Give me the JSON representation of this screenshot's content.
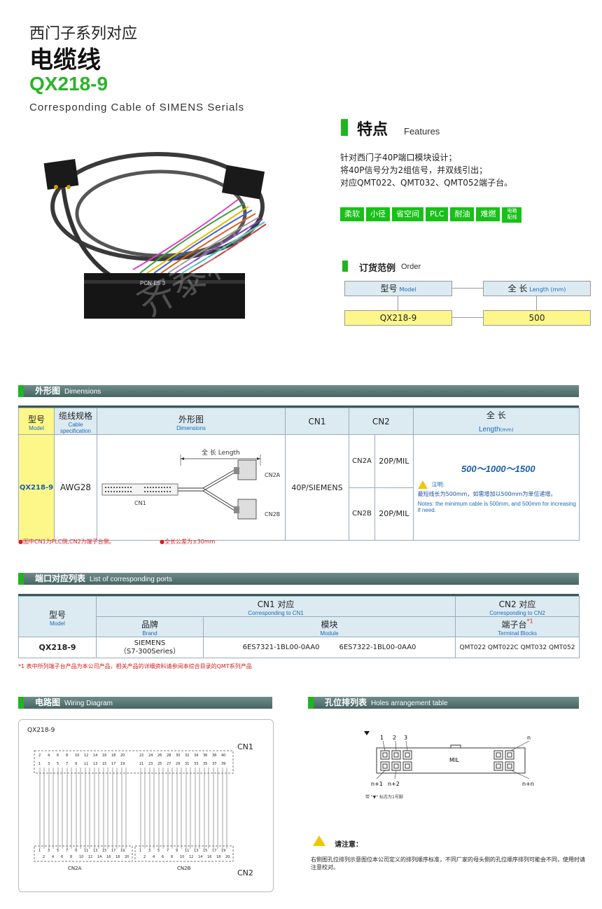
{
  "header": {
    "subtitle": "西门子系列对应",
    "title": "电缆线",
    "model": "QX218-9",
    "english": "Corresponding Cable of SIMENS Serials"
  },
  "features": {
    "title": "特点",
    "title_en": "Features",
    "lines": [
      "针对西门子40P端口模块设计；",
      "将40P信号分为2组信号，并双线引出；",
      "对应QMT022、QMT032、QMT052端子台。"
    ],
    "tags": [
      "柔软",
      "小径",
      "省空间",
      "PLC",
      "耐油",
      "难燃",
      "电箱配线"
    ]
  },
  "order": {
    "title": "订货范例",
    "title_en": "Order",
    "model_label": "型号",
    "model_label_en": "Model",
    "length_label": "全 长",
    "length_label_en": "Length (mm)",
    "model_value": "QX218-9",
    "length_value": "500"
  },
  "dimensions": {
    "section_title": "外形图",
    "section_en": "Dimensions",
    "headers": {
      "model": "型号",
      "model_en": "Model",
      "cable": "缆线规格",
      "cable_en": "Cable specification",
      "dims": "外形图",
      "dims_en": "Dimensions",
      "cn1": "CN1",
      "cn2": "CN2",
      "length": "全 长",
      "length_en": "Length",
      "length_unit": "(mm)"
    },
    "row": {
      "model": "QX218-9",
      "cable": "AWG28",
      "cn1": "40P/SIEMENS",
      "cn2a": "CN2A",
      "cn2a_type": "20P/MIL",
      "cn2b": "CN2B",
      "cn2b_type": "20P/MIL",
      "lengths": "500～1000～1500"
    },
    "drawing": {
      "length_label": "全 长  Length",
      "cn1": "CN1",
      "cn2a": "CN2A",
      "cn2b": "CN2B"
    },
    "caution": {
      "label": "注明:",
      "cn": "最短线长为500mm，如需增加以500mm为单位递增。",
      "en": "Notes: the minimum cable is 500mm, and 500mm for increasing if need."
    },
    "notes": [
      "●图中CN1为PLC侧,CN2为端子台侧。",
      "●全长公差为±30mm"
    ]
  },
  "ports": {
    "section_title": "端口对应列表",
    "section_en": "List of corresponding ports",
    "h_model": "型号",
    "h_model_en": "Model",
    "h_cn1": "CN1 对应",
    "h_cn1_en": "Corresponding to CN1",
    "h_cn2": "CN2 对应",
    "h_cn2_en": "Corresponding to CN2",
    "h_brand": "品牌",
    "h_brand_en": "Brand",
    "h_module": "模块",
    "h_module_en": "Module",
    "h_terminal": "端子台",
    "h_terminal_mark": "*1",
    "h_terminal_en": "Terminal Blocks",
    "row": {
      "model": "QX218-9",
      "brand": "SIEMENS",
      "brand_sub": "（S7-300Series）",
      "module1": "6ES7321-1BL00-0AA0",
      "module2": "6ES7322-1BL00-0AA0",
      "terminals": "QMT022  QMT022C  QMT032  QMT052"
    },
    "footnote": "*1 表中所列端子台产品为本公司产品，相关产品的详细资料请参阅本综合目录的QMT系列产品"
  },
  "wiring": {
    "section_title": "电路图",
    "section_en": "Wiring Diagram",
    "model": "QX218-9",
    "cn1": "CN1",
    "cn2": "CN2",
    "cn2a": "CN2A",
    "cn2b": "CN2B",
    "top_even_a": [
      "2",
      "4",
      "6",
      "8",
      "10",
      "12",
      "14",
      "16",
      "18",
      "20"
    ],
    "top_odd_a": [
      "1",
      "3",
      "5",
      "7",
      "9",
      "11",
      "13",
      "15",
      "17",
      "19"
    ],
    "top_even_b": [
      "22",
      "24",
      "26",
      "28",
      "30",
      "32",
      "34",
      "36",
      "38",
      "40"
    ],
    "top_odd_b": [
      "21",
      "23",
      "25",
      "27",
      "29",
      "31",
      "33",
      "35",
      "37",
      "39"
    ],
    "bot_odd": [
      "1",
      "3",
      "5",
      "7",
      "9",
      "11",
      "13",
      "15",
      "17",
      "19"
    ],
    "bot_even": [
      "2",
      "4",
      "6",
      "8",
      "10",
      "12",
      "14",
      "16",
      "18",
      "20"
    ]
  },
  "holes": {
    "section_title": "孔位排列表",
    "section_en": "Holes arrangement table",
    "labels": {
      "p1": "1",
      "p2": "2",
      "p3": "3",
      "pn": "n",
      "q1": "n+1",
      "q2": "n+2",
      "qn": "n+n",
      "mil": "MIL"
    },
    "mark_note": "带 \"▼\" 标志为1号脚",
    "caution_title": "请注意：",
    "caution_text": "右侧图孔位排列示意图位本公司定义的排列顺序标准，不同厂家的母头侧的孔位顺序排列可能会不同，使用时请注意校对。"
  }
}
